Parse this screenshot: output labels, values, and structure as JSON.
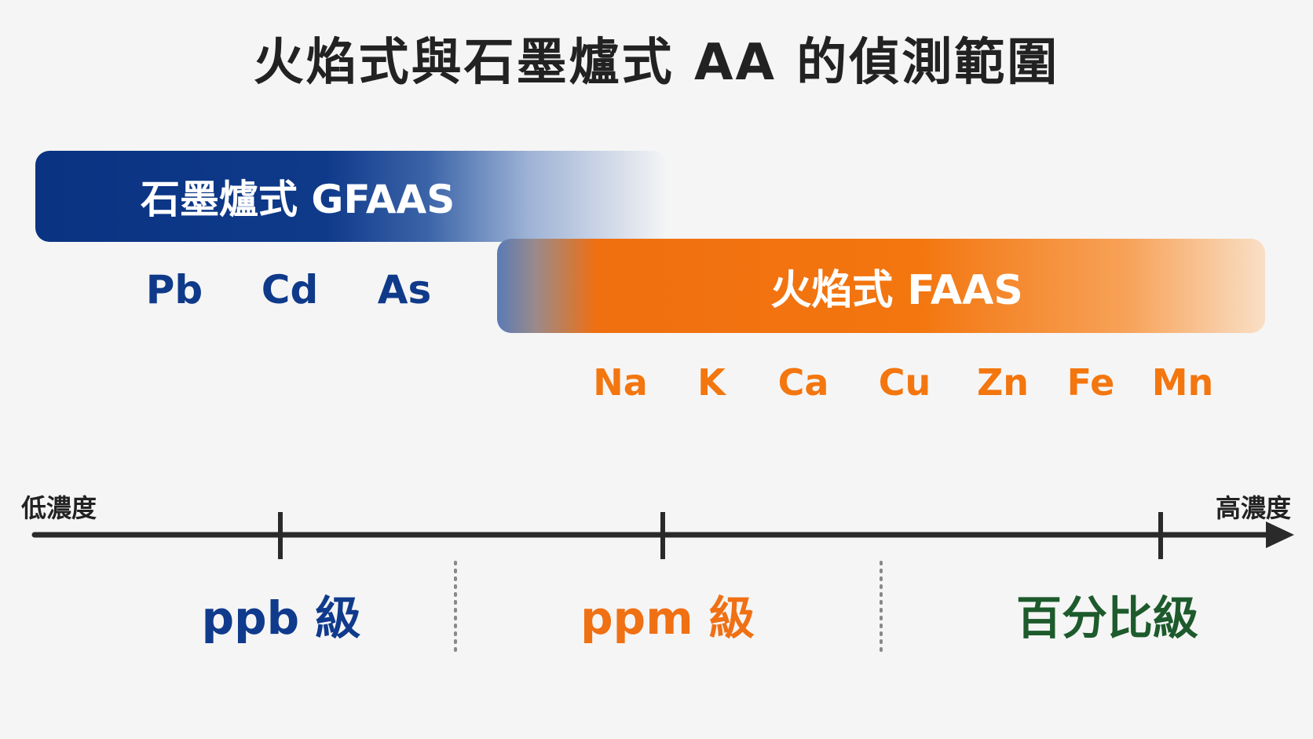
{
  "title": "火焰式與石墨爐式 AA 的偵測範圍",
  "bands": {
    "gfaas": {
      "label": "石墨爐式 GFAAS",
      "color": "#0f3a8a",
      "elements": [
        "Pb",
        "Cd",
        "As"
      ]
    },
    "faas": {
      "label": "火焰式 FAAS",
      "color": "#f3760f",
      "elements": [
        "Na",
        "K",
        "Ca",
        "Cu",
        "Zn",
        "Fe",
        "Mn"
      ]
    }
  },
  "axis": {
    "low_label": "低濃度",
    "high_label": "高濃度"
  },
  "levels": [
    {
      "label": "ppb 級",
      "color": "#103a8c"
    },
    {
      "label": "ppm 級",
      "color": "#f07014"
    },
    {
      "label": "百分比級",
      "color": "#1d5a2c"
    }
  ]
}
